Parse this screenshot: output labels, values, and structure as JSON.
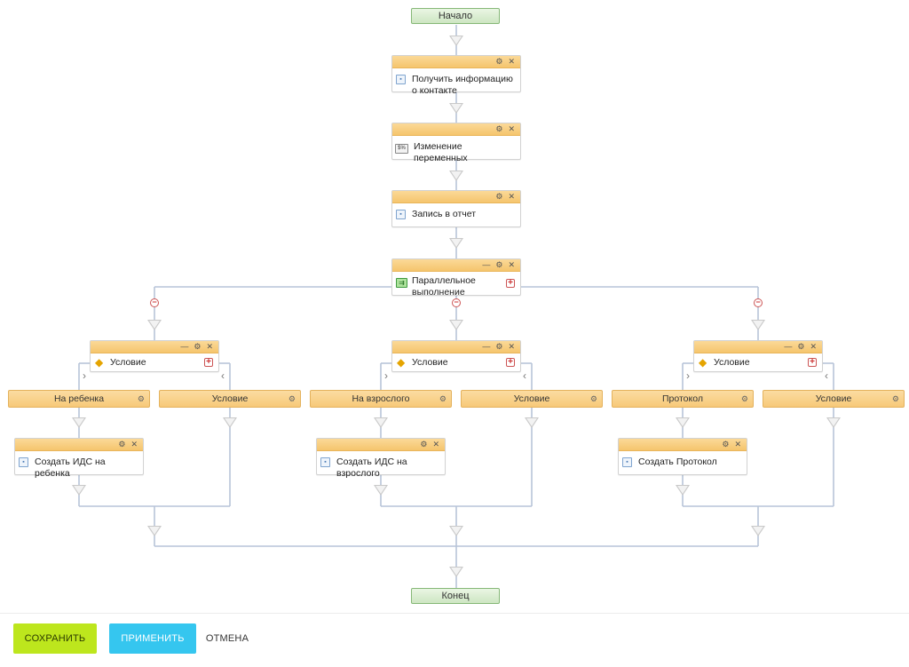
{
  "workflow": {
    "start_label": "Начало",
    "end_label": "Конец",
    "blocks": {
      "get_contact": "Получить информацию о контакте",
      "change_vars": "Изменение переменных",
      "report": "Запись в отчет",
      "parallel": "Параллельное выполнение"
    },
    "branches": [
      {
        "condition_label": "Условие",
        "yes_label": "На ребенка",
        "else_label": "Условие",
        "action_label": "Создать ИДС на ребенка"
      },
      {
        "condition_label": "Условие",
        "yes_label": "На взрослого",
        "else_label": "Условие",
        "action_label": "Создать ИДС на взрослого"
      },
      {
        "condition_label": "Условие",
        "yes_label": "Протокол",
        "else_label": "Условие",
        "action_label": "Создать Протокол"
      }
    ]
  },
  "footer": {
    "save_label": "СОХРАНИТЬ",
    "apply_label": "ПРИМЕНИТЬ",
    "cancel_label": "ОТМЕНА"
  },
  "colors": {
    "block_header": "#f5c56d",
    "terminal": "#cde6c2",
    "save_button": "#bde61d",
    "apply_button": "#35c6ef"
  }
}
